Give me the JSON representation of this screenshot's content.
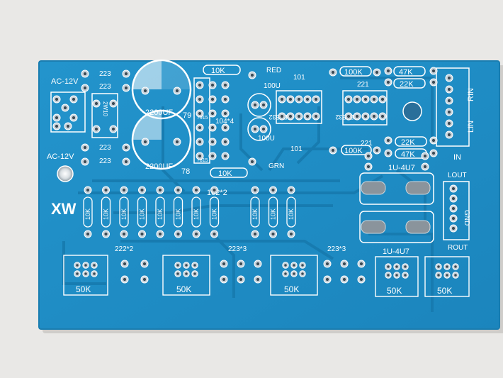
{
  "photo": {
    "subject": "",
    "colors": {
      "backdrop": "#e9e8e6",
      "board": "#1f8dc4",
      "board_edge": "#1a7db0",
      "trace": "#1679ad",
      "silkscreen": "#ffffff",
      "pad": "#c7d2da",
      "pad_hole": "#3b4a55",
      "solder": "#8a949c"
    }
  },
  "board": {
    "power_labels": [
      "AC-12V",
      "AC-12V"
    ],
    "cap_labels": [
      "2200UF",
      "2200UF"
    ],
    "reg_labels": [
      "79",
      "78"
    ],
    "small_cap_labels": [
      "223",
      "223",
      "223",
      "223"
    ],
    "bridge_label": "2W10",
    "reg_part_labels": [
      "7915",
      "7815"
    ],
    "cap_bank_label": "104*4",
    "electrolytic_labels": [
      "100U",
      "100U"
    ],
    "led_labels": [
      "RED",
      "GRN"
    ],
    "opamp_labels": [
      "NE5532",
      "NE5532"
    ],
    "resistor_labels_top": [
      "10K",
      "100K",
      "47K",
      "22K",
      "22K",
      "47K",
      "100K",
      "10K"
    ],
    "small_codes": [
      "101",
      "221",
      "101",
      "221"
    ],
    "input_labels": [
      "RIN",
      "LIN",
      "IN"
    ],
    "output_labels": [
      "LOUT",
      "GND",
      "ROUT"
    ],
    "coupling_labels": [
      "1U-4U7",
      "1U-4U7"
    ],
    "brand": "XW",
    "pair_label": "102*2",
    "group_labels": [
      "222*2",
      "223*3",
      "223*3"
    ],
    "pot_labels": [
      "50K",
      "50K",
      "50K",
      "50K",
      "50K"
    ],
    "vertical_10k": [
      "10K",
      "10K",
      "10K",
      "10K",
      "10K",
      "10K",
      "10K",
      "10K",
      "10K",
      "10K",
      "10K"
    ]
  }
}
